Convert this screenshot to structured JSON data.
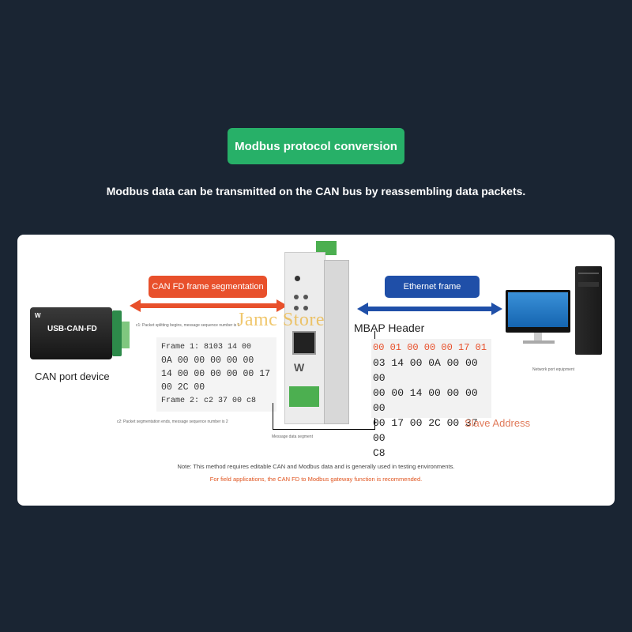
{
  "header": {
    "badge_label": "Modbus protocol conversion",
    "subtitle": "Modbus data can be transmitted on the CAN bus by reassembling data packets."
  },
  "colors": {
    "page_bg": "#1a2533",
    "badge_green": "#27b068",
    "canfd_red": "#e8502b",
    "ethernet_blue": "#1f4fa8"
  },
  "diagram": {
    "usb_device_label": "USB-CAN-FD",
    "can_device_caption": "CAN port device",
    "canfd_pill": "CAN FD frame segmentation",
    "ethernet_pill": "Ethernet frame",
    "packet_start_note": "c1: Packet splitting begins, message sequence number is 1",
    "packet_end_note": "c2: Packet segmentation ends, message sequence number is 2",
    "frame1_label": "Frame 1: 8103 14 00",
    "frame1_lines": [
      "0A 00 00 00 00 00",
      "14 00 00 00 00 00 17",
      "00 2C 00"
    ],
    "frame2_label": "Frame 2: c2 37 00 c8",
    "mbap_label": "MBAP Header",
    "mbap_line": "00 01 00 00 00 17  01",
    "modbus_lines": [
      "03 14 00 0A 00 00 00",
      "00 00 14 00 00 00 00",
      "00 17 00 2C 00 37 00",
      "C8"
    ],
    "slave_label": "Slave Address",
    "gateway_label": "Message data segment",
    "network_caption": "Network port equipment",
    "watermark": "Jamc Store"
  },
  "notes": {
    "line1": "Note: This method requires editable CAN and Modbus data and is generally used in testing environments.",
    "line2": "For field applications, the CAN FD to Modbus gateway function is recommended."
  }
}
